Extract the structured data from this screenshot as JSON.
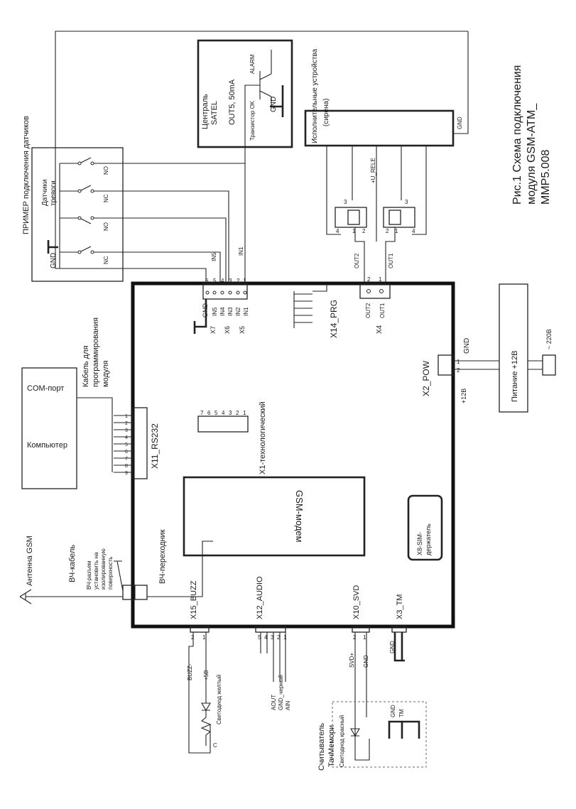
{
  "title": {
    "line1": "Рис.1 Схема подключения",
    "line2": "модуля GSM-ATM_",
    "line3": "MMP5.008"
  },
  "sensors": {
    "caption": "ПРИМЕР подключения датчиков",
    "group_label_1": "Датчики",
    "group_label_2": "тревоги",
    "gnd": "GND",
    "contacts": [
      "NO",
      "NC",
      "NO",
      "NC"
    ]
  },
  "central": {
    "line1": "Централь",
    "line2": "SATEL",
    "line3": "OUT5, 50mA",
    "transistor": "Транзистор OK",
    "alarm": "ALARM",
    "gnd": "GND"
  },
  "actuator": {
    "line1": "Исполнительные устройства",
    "line2": "(сирена)",
    "gnd": "GND"
  },
  "relays": {
    "u_rele": "+U_RELE",
    "out1": "OUT1",
    "out2": "OUT2",
    "pins": [
      "1",
      "2",
      "3",
      "4"
    ]
  },
  "inputs_connector": {
    "pin_numbers": [
      "6",
      "5",
      "4",
      "3",
      "2",
      "1"
    ],
    "signals": [
      "GND",
      "IN5",
      "IN4",
      "IN3",
      "IN2",
      "IN1"
    ],
    "wire_labels": [
      "IN5",
      "IN1"
    ],
    "refs": [
      "X7",
      "X6",
      "X5"
    ]
  },
  "connectors": {
    "x14": "X14_PRG",
    "x4": "X4",
    "x4_pins": [
      "OUT2",
      "OUT1"
    ],
    "x4_nums": [
      "2",
      "1"
    ],
    "x2": "X2_POW",
    "x2_gnd": "GND",
    "x2_12v": "+12B",
    "x1": "X1-технологический",
    "x1_pins": [
      "7",
      "6",
      "5",
      "4",
      "3",
      "2",
      "1"
    ],
    "x11": "X11_RS232",
    "x11_pins": [
      "1",
      "2",
      "3",
      "4",
      "5",
      "6",
      "7",
      "8",
      "9"
    ],
    "x8_line1": "X8-SIM-",
    "x8_line2": "держатель",
    "modem": "GSM-модем",
    "x15": "X15_BUZZ",
    "x12": "X12_AUDIO",
    "x12_pins": [
      "5",
      "4",
      "3",
      "2",
      "1"
    ],
    "x10": "X10_SVD",
    "x3": "X3_TM",
    "two_pins": [
      "2",
      "1"
    ],
    "adapter": "ВЧ-переходник"
  },
  "power": {
    "label": "Питание +12В",
    "mains": "~ 220В"
  },
  "computer": {
    "com_port": "COM-порт",
    "computer": "Компьютер",
    "cable_1": "Кабель для",
    "cable_2": "программирования",
    "cable_3": "модуля"
  },
  "antenna": {
    "label": "Антенна GSM",
    "rf_cable": "ВЧ-кабель",
    "rf_note_1": "ВЧ-разъем",
    "rf_note_2": "установить на",
    "rf_note_3": "изолированную",
    "rf_note_4": "поверхность"
  },
  "buzzer": {
    "buzz": "BUZZ-",
    "plus5": "+5В",
    "led": "Светодиод желтый",
    "c": "C"
  },
  "audio": {
    "aout": "AOUT",
    "gnd": "GND_черный",
    "ain": "AIN"
  },
  "reader": {
    "line1": "Считыватель",
    "line2": "ТачМемори",
    "led": "Светодиод красный",
    "svd": "SVD+",
    "gnd": "GND",
    "gnd2": "GND",
    "tm": "TM"
  }
}
